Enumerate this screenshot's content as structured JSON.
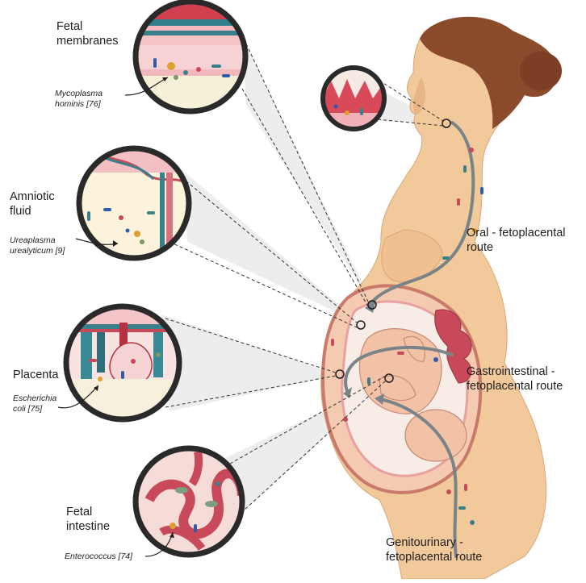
{
  "labels": {
    "fetal_membranes": [
      "Fetal",
      "membranes"
    ],
    "amniotic_fluid": [
      "Amniotic",
      "fluid"
    ],
    "placenta": [
      "Placenta"
    ],
    "fetal_intestine": [
      "Fetal",
      "intestine"
    ]
  },
  "organisms": {
    "mycoplasma": [
      "Mycoplasma",
      "hominis [76]"
    ],
    "ureaplasma": [
      "Ureaplasma",
      "urealyticum [9]"
    ],
    "escherichia": [
      "Escherichia",
      "coli [75]"
    ],
    "enterococcus": [
      "Enterococcus [74]"
    ]
  },
  "routes": {
    "oral": [
      "Oral - fetoplacental",
      "route"
    ],
    "gastrointestinal": [
      "Gastrointestinal -",
      "fetoplacental route"
    ],
    "genitourinary": [
      "Genitourinary -",
      "fetoplacental route"
    ]
  },
  "colors": {
    "skin": "#f2c99a",
    "skin_shadow": "#e0a878",
    "hair": "#8a4a2c",
    "tissue_pink": "#f2b8bd",
    "tissue_red": "#c84a5a",
    "vessel_teal": "#3a7f8a",
    "route_gray": "#7a8488",
    "lens_border": "#2a2a2a"
  }
}
